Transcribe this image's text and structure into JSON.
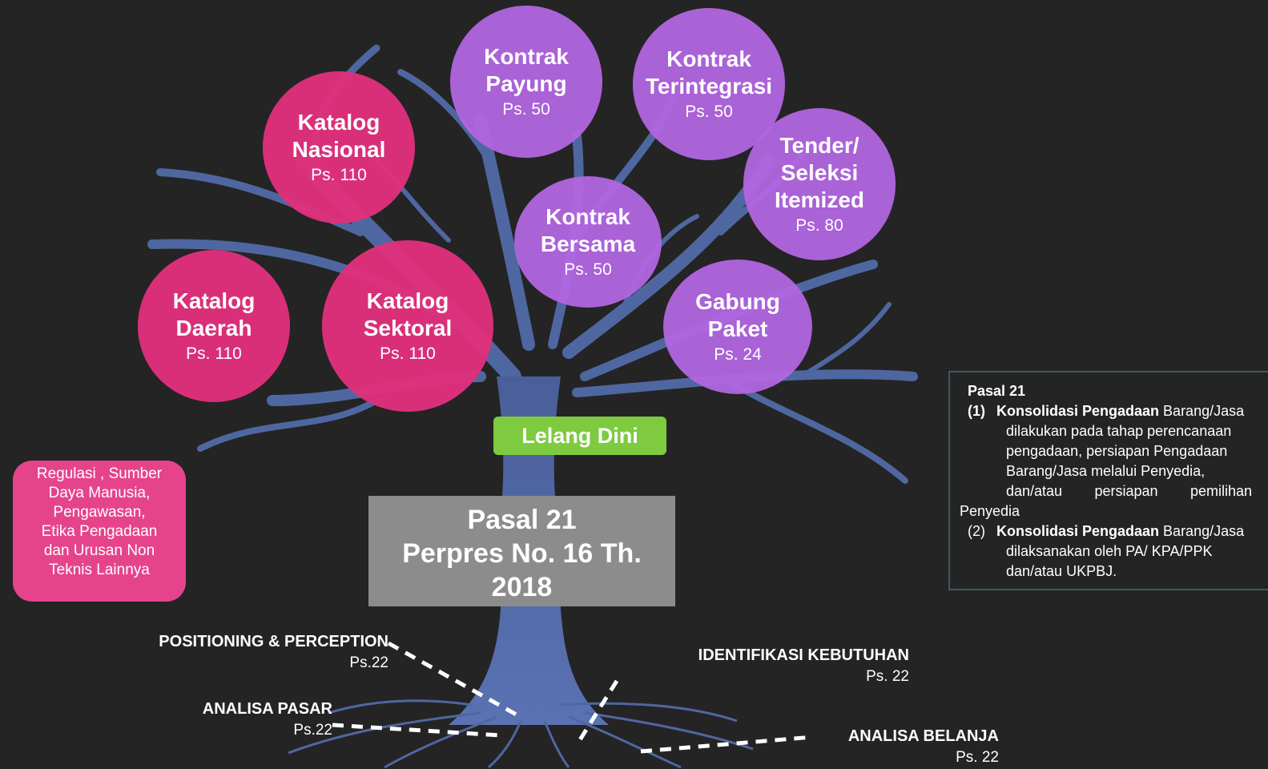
{
  "bubbles": [
    {
      "id": "katalog-daerah",
      "line1": "Katalog",
      "line2": "Daerah",
      "ref": "Ps. 110",
      "style": "pink"
    },
    {
      "id": "katalog-sektoral",
      "line1": "Katalog",
      "line2": "Sektoral",
      "ref": "Ps. 110",
      "style": "pink"
    },
    {
      "id": "katalog-nasional",
      "line1": "Katalog",
      "line2": "Nasional",
      "ref": "Ps. 110",
      "style": "pink"
    },
    {
      "id": "kontrak-payung",
      "line1": "Kontrak",
      "line2": "Payung",
      "ref": "Ps. 50",
      "style": "purple"
    },
    {
      "id": "kontrak-terintegrasi",
      "line1": "Kontrak",
      "line2": "Terintegrasi",
      "ref": "Ps. 50",
      "style": "purple"
    },
    {
      "id": "kontrak-bersama",
      "line1": "Kontrak",
      "line2": "Bersama",
      "ref": "Ps. 50",
      "style": "purple"
    },
    {
      "id": "tender-seleksi",
      "line1": "Tender/",
      "line2": "Seleksi",
      "line3": "Itemized",
      "ref": "Ps. 80",
      "style": "purple"
    },
    {
      "id": "gabung-paket",
      "line1": "Gabung",
      "line2": "Paket",
      "ref": "Ps. 24",
      "style": "purple"
    }
  ],
  "lelang_dini": "Lelang Dini",
  "pasal_box": {
    "line1": "Pasal 21",
    "line2": "Perpres No. 16 Th.",
    "line3": "2018"
  },
  "regulasi_box": {
    "line1": "Regulasi , Sumber",
    "line2": "Daya Manusia,",
    "line3": "Pengawasan,",
    "line4": "Etika Pengadaan",
    "line5": "dan Urusan Non",
    "line6": "Teknis Lainnya"
  },
  "info_box": {
    "heading": "Pasal 21",
    "item1": {
      "num": "(1)",
      "bold": "Konsolidasi Pengadaan",
      "text_a": " Barang/Jasa",
      "line2": "dilakukan pada tahap perencanaan",
      "line3": "pengadaan, persiapan Pengadaan",
      "line4": "Barang/Jasa melalui Penyedia,",
      "line5_a": "dan/atau",
      "line5_b": "persiapan",
      "line5_c": "pemilihan",
      "line6": "Penyedia"
    },
    "item2": {
      "num": "(2)",
      "bold": "Konsolidasi Pengadaan",
      "text_a": " Barang/Jasa",
      "line2": "dilaksanakan oleh PA/ KPA/PPK",
      "line3": "dan/atau UKPBJ."
    }
  },
  "root_labels": {
    "positioning": {
      "name": "POSITIONING & PERCEPTION",
      "ref": "Ps.22"
    },
    "analisa_pasar": {
      "name": "ANALISA PASAR",
      "ref": "Ps.22"
    },
    "identifikasi": {
      "name": "IDENTIFIKASI KEBUTUHAN",
      "ref": "Ps. 22"
    },
    "analisa_belanja": {
      "name": "ANALISA BELANJA",
      "ref": "Ps. 22"
    }
  },
  "colors": {
    "background": "#242424",
    "tree": "#4f67a0",
    "pink_bubble": "#e1307c",
    "purple_bubble": "#b266e2",
    "lelang_dini": "#7ecb3f",
    "pasal_box": "#8c8c8c",
    "regulasi_box": "#e5448b",
    "info_border": "#3d5a63"
  }
}
